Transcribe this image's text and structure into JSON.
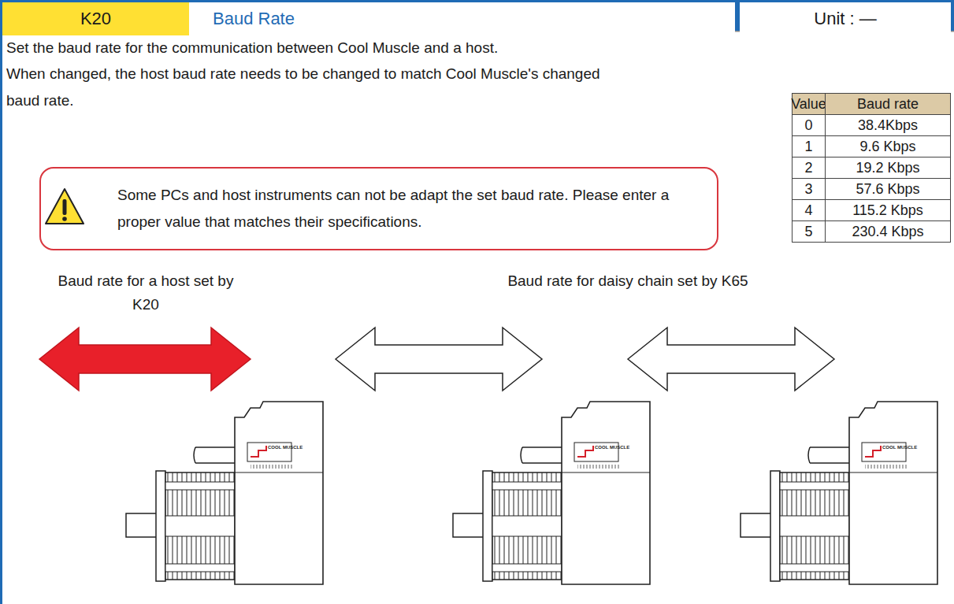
{
  "diagram": {
    "nodes": [
      {
        "text": [
          "K20"
        ]
      },
      {
        "text": [
          "Baud Rate"
        ]
      },
      {
        "text": [
          "Unit : —"
        ]
      },
      {
        "text": [
          "Some PCs and host instruments can not be adapt the set baud rate. Please enter a proper value that matches their specifications."
        ]
      }
    ],
    "labels": [
      "Set the baud rate for the communication between Cool Muscle and a host.",
      "When changed, the host baud rate needs to be changed to match Cool Muscle's changed baud rate.",
      "Value",
      "Baud rate",
      "0",
      "38.4Kbps",
      "1",
      "9.6 Kbps",
      "2",
      "19.2 Kbps",
      "3",
      "57.6 Kbps",
      "4",
      "115.2 Kbps",
      "5",
      "230.4 Kbps",
      "Baud rate for a host set by K20",
      "Baud rate for daisy chain set by K65",
      "COOL MUSCLE",
      "COOL MUSCLE",
      "COOL MUSCLE"
    ]
  }
}
